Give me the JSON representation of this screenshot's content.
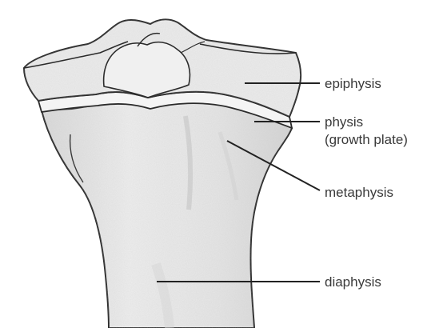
{
  "labels": {
    "epiphysis": "epiphysis",
    "physis": "physis",
    "physis_sub": "(growth plate)",
    "metaphysis": "metaphysis",
    "diaphysis": "diaphysis"
  },
  "colors": {
    "bone_fill": "#ebebeb",
    "bone_outline": "#2b2b2b",
    "shading": "#c8c8c8",
    "leader_line": "#222222",
    "text": "#3a3a3a"
  }
}
